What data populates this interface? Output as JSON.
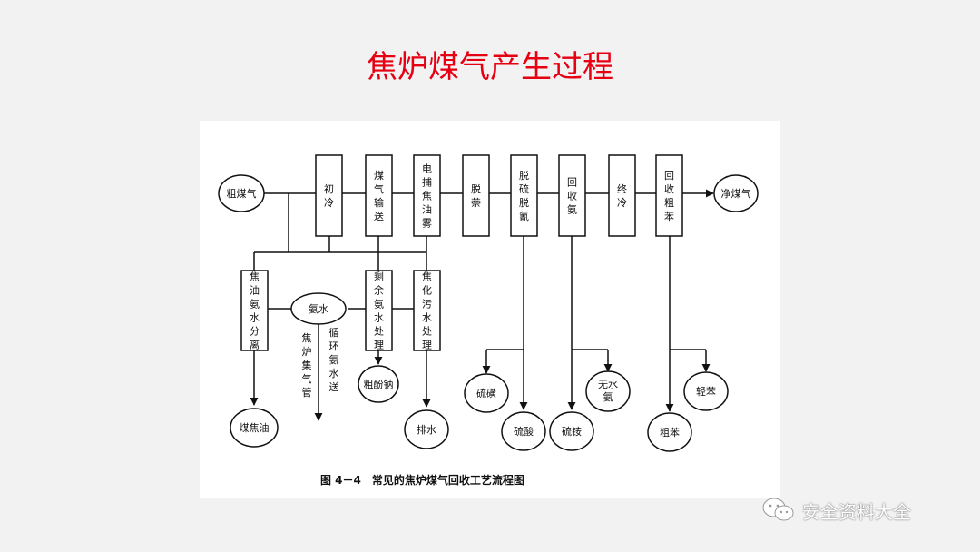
{
  "title": "焦炉煤气产生过程",
  "diagram": {
    "caption": "图 4－4　常见的焦炉煤气回收工艺流程图",
    "top_nodes": {
      "crude_gas": "粗煤气",
      "clean_gas": "净煤气"
    },
    "top_boxes": [
      {
        "id": "primary-cooling",
        "label": "初冷"
      },
      {
        "id": "gas-transport",
        "label": "煤气输送"
      },
      {
        "id": "electric-tar-capture",
        "label": "电捕焦油雾"
      },
      {
        "id": "naphthalene-removal",
        "label": "脱萘"
      },
      {
        "id": "desulfurization-decyanation",
        "label": "脱硫脱氰"
      },
      {
        "id": "ammonia-recovery",
        "label": "回收氨"
      },
      {
        "id": "final-cooling",
        "label": "终冷"
      },
      {
        "id": "benzene-recovery",
        "label": "回收粗苯"
      }
    ],
    "lower_boxes": [
      {
        "id": "tar-ammonia-separation",
        "label": "焦油氨水分离"
      },
      {
        "id": "residual-ammonia-treatment",
        "label": "剩余氨水处理"
      },
      {
        "id": "coking-wastewater-treatment",
        "label": "焦化污水处理"
      }
    ],
    "circles": {
      "ammonia_water": "氨水",
      "coal_tar": "煤焦油",
      "crude_phenol_sodium": "粗酚钠",
      "drainage": "排水",
      "sulfur": "硫磺",
      "sulfuric_acid": "硫酸",
      "ammonium_sulfate": "硫铵",
      "anhydrous_ammonia": "无水氨",
      "crude_benzene": "粗苯",
      "light_benzene": "轻苯"
    },
    "vertical_labels": {
      "coke_oven_gas_main": "焦炉集气管",
      "circulating_ammonia": "循环氨水送"
    }
  },
  "watermark": {
    "text": "安全资料大全",
    "icon": "wechat-icon"
  }
}
